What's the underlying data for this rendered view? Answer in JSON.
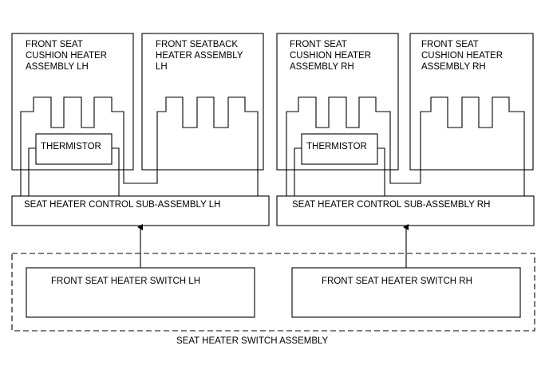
{
  "diagram": {
    "heaters": {
      "lh_cushion": [
        "FRONT SEAT",
        "CUSHION HEATER",
        "ASSEMBLY LH"
      ],
      "lh_seatback": [
        "FRONT SEATBACK",
        "HEATER ASSEMBLY",
        "LH"
      ],
      "rh_cushion": [
        "FRONT SEAT",
        "CUSHION HEATER",
        "ASSEMBLY RH"
      ],
      "rh_seatback": [
        "FRONT SEAT",
        "CUSHION HEATER",
        "ASSEMBLY RH"
      ]
    },
    "thermistor_label": "THERMISTOR",
    "controls": {
      "lh": "SEAT HEATER CONTROL SUB-ASSEMBLY LH",
      "rh": "SEAT HEATER CONTROL SUB-ASSEMBLY RH"
    },
    "switches": {
      "lh": "FRONT SEAT HEATER SWITCH LH",
      "rh": "FRONT SEAT HEATER SWITCH RH"
    },
    "switch_assembly_label": "SEAT HEATER SWITCH ASSEMBLY",
    "colors": {
      "line": "#000000",
      "background": "#ffffff"
    }
  }
}
